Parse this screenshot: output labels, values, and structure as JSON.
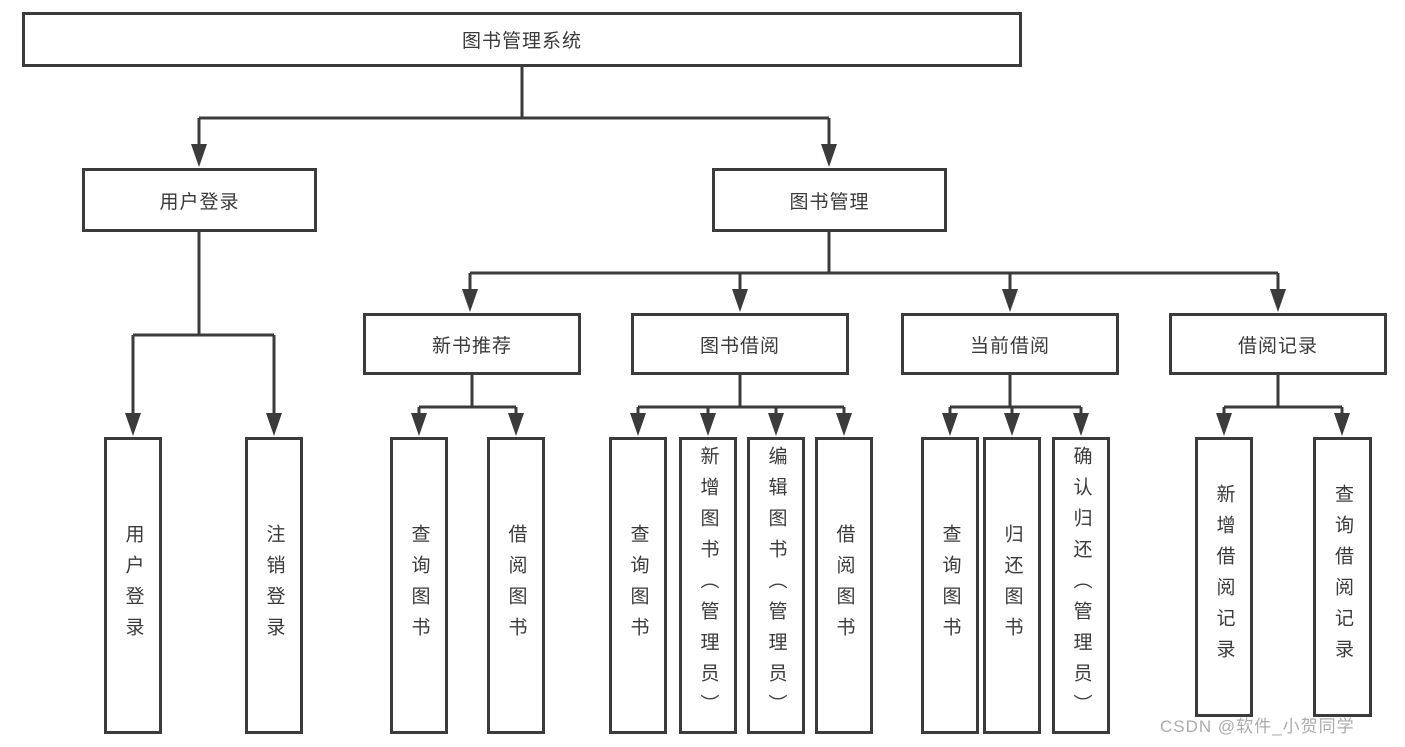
{
  "diagram": {
    "root_label": "图书管理系统",
    "level2": [
      {
        "label": "用户登录",
        "children": [
          "用户登录",
          "注销登录"
        ]
      },
      {
        "label": "图书管理"
      }
    ],
    "level3": [
      {
        "label": "新书推荐",
        "children": [
          "查询图书",
          "借阅图书"
        ]
      },
      {
        "label": "图书借阅",
        "children": [
          "查询图书",
          "新增图书（管理员）",
          "编辑图书（管理员）",
          "借阅图书"
        ]
      },
      {
        "label": "当前借阅",
        "children": [
          "查询图书",
          "归还图书",
          "确认归还（管理员）"
        ]
      },
      {
        "label": "借阅记录",
        "children": [
          "新增借阅记录",
          "查询借阅记录"
        ]
      }
    ],
    "line_color": "#3b3b3b",
    "text_color": "#3a3a3a"
  },
  "watermark": {
    "text": "CSDN @软件_小贺同学",
    "color": "#ababab"
  }
}
